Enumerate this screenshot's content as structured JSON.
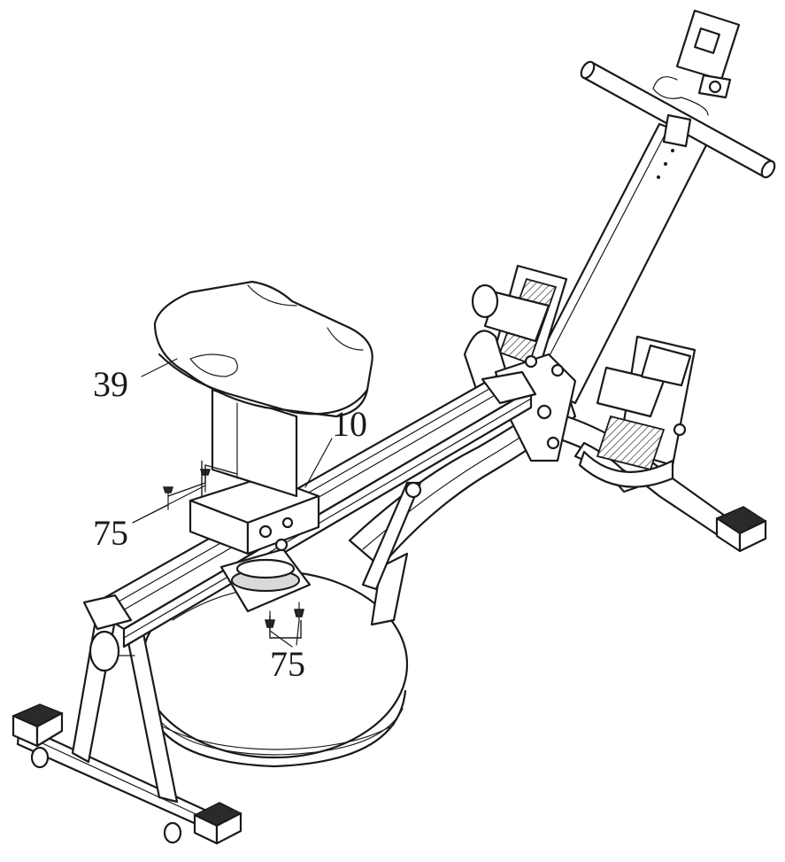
{
  "labels": {
    "seat": "39",
    "rail": "10",
    "screws_upper": "75",
    "screws_lower": "75"
  }
}
